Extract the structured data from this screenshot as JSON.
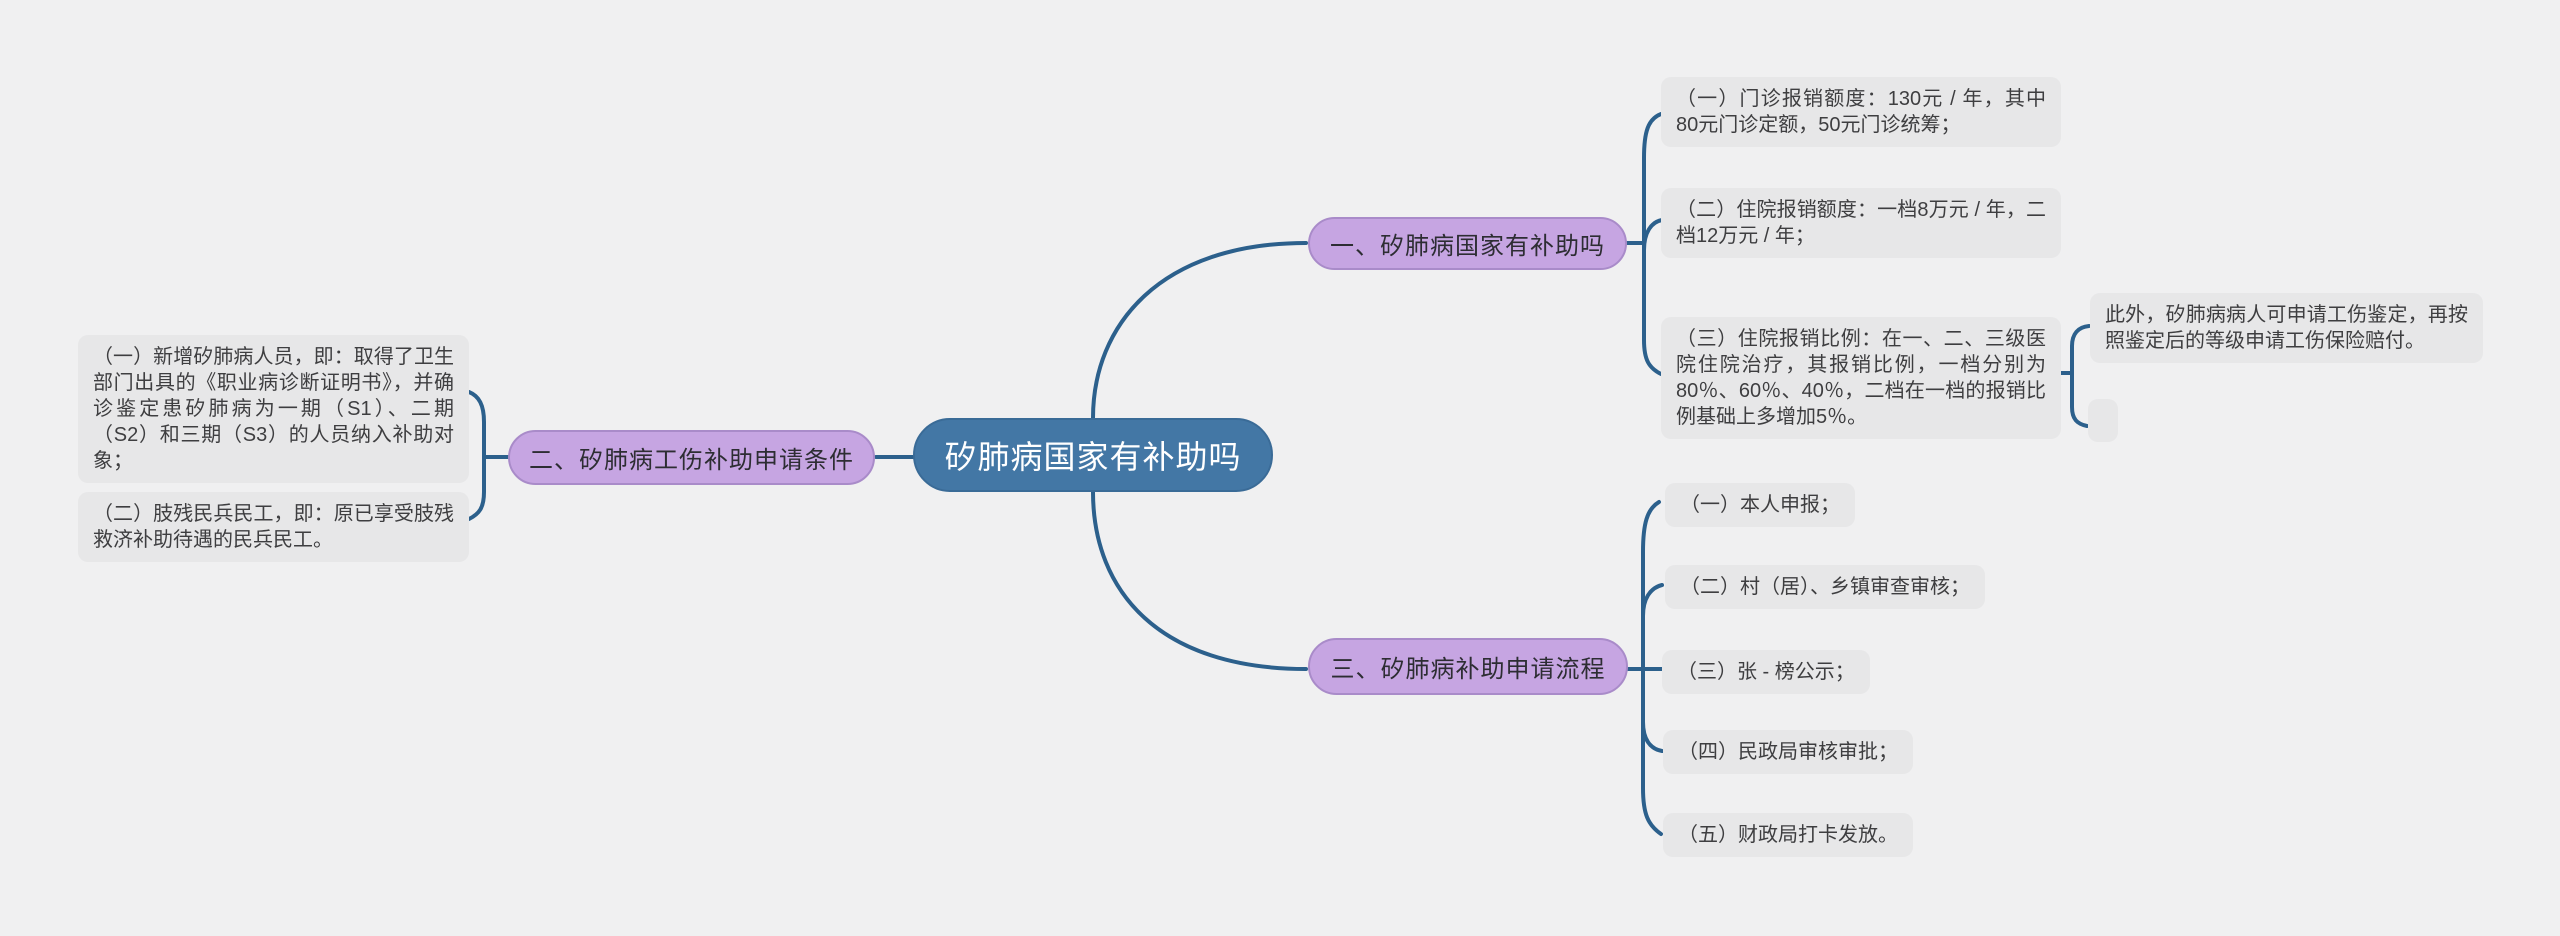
{
  "title": "矽肺病国家有补助吗",
  "colors": {
    "background": "#f0f0f1",
    "root_fill": "#4377a5",
    "root_text": "#ffffff",
    "branch_fill": "#c6a5e2",
    "branch_border": "#a98bc9",
    "leaf_fill": "#e7e7e8",
    "leaf_text": "#3e3e40",
    "connector": "#2c608c"
  },
  "root": {
    "label": "矽肺病国家有补助吗"
  },
  "branches": [
    {
      "label": "一、矽肺病国家有补助吗",
      "children": [
        {
          "text": "（一）门诊报销额度：130元 / 年，其中80元门诊定额，50元门诊统筹；"
        },
        {
          "text": "（二）住院报销额度：一档8万元 / 年，二档12万元 / 年；"
        },
        {
          "text": "（三）住院报销比例：在一、二、三级医院住院治疗，其报销比例，一档分别为80％、60％、40％，二档在一档的报销比例基础上多增加5％。",
          "children": [
            {
              "text": "此外，矽肺病病人可申请工伤鉴定，再按照鉴定后的等级申请工伤保险赔付。"
            },
            {
              "text": ""
            }
          ]
        }
      ]
    },
    {
      "label": "二、矽肺病工伤补助申请条件",
      "children": [
        {
          "text": "（一）新增矽肺病人员，即：取得了卫生部门出具的《职业病诊断证明书》，并确诊鉴定患矽肺病为一期（S1）、二期（S2）和三期（S3）的人员纳入补助对象；"
        },
        {
          "text": "（二）肢残民兵民工，即：原已享受肢残救济补助待遇的民兵民工。"
        }
      ]
    },
    {
      "label": "三、矽肺病补助申请流程",
      "children": [
        {
          "text": "（一）本人申报；"
        },
        {
          "text": "（二）村（居）、乡镇审查审核；"
        },
        {
          "text": "（三）张 - 榜公示；"
        },
        {
          "text": "（四）民政局审核审批；"
        },
        {
          "text": "（五）财政局打卡发放。"
        }
      ]
    }
  ]
}
